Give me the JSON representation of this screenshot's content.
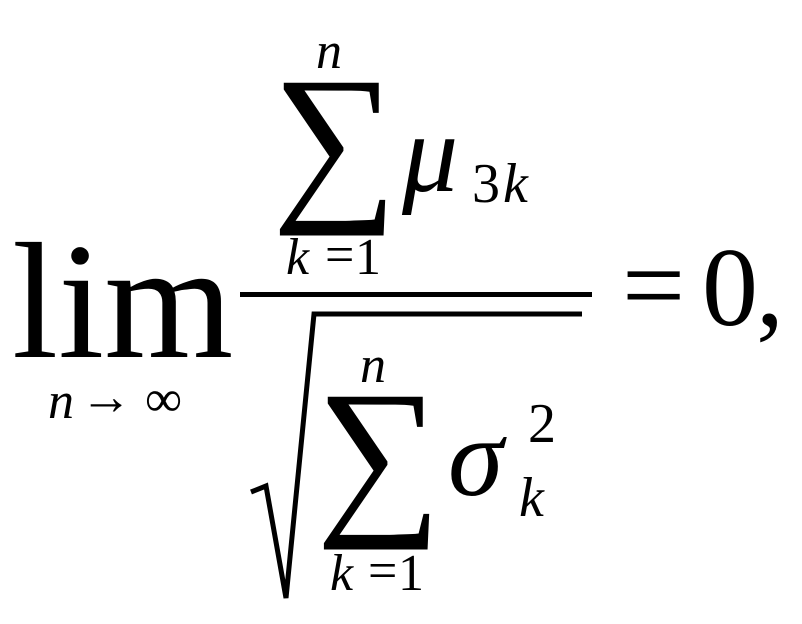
{
  "formula": {
    "lim_word": "lim",
    "lim_sub_var": "n",
    "lim_sub_arrow": "→",
    "lim_sub_infinity": "∞",
    "numerator": {
      "sum_symbol": "∑",
      "upper_limit": "n",
      "lower_index": "k",
      "lower_equals": "=",
      "lower_start": "1",
      "term_symbol": "μ",
      "term_subscript_digit": "3",
      "term_subscript_index": "k"
    },
    "denominator": {
      "sum_symbol": "∑",
      "upper_limit": "n",
      "lower_index": "k",
      "lower_equals": "=",
      "lower_start": "1",
      "term_symbol": "σ",
      "term_superscript": "2",
      "term_subscript": "k"
    },
    "equals": "=",
    "result": "0",
    "trailing_comma": ","
  }
}
